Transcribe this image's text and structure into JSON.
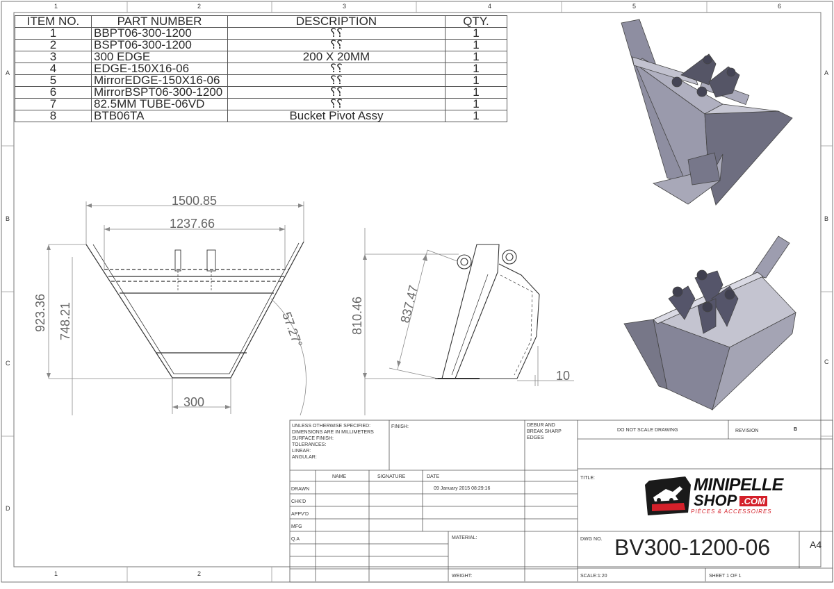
{
  "zones": {
    "top": [
      "1",
      "2",
      "3",
      "4",
      "5",
      "6"
    ],
    "bottom": [
      "1",
      "2"
    ],
    "side": [
      "A",
      "B",
      "C",
      "D"
    ]
  },
  "bom": {
    "headers": {
      "item": "ITEM NO.",
      "part": "PART NUMBER",
      "desc": "DESCRIPTION",
      "qty": "QTY."
    },
    "rows": [
      {
        "item": "1",
        "part": "BBPT06-300-1200",
        "desc": "⸮⸮",
        "qty": "1"
      },
      {
        "item": "2",
        "part": "BSPT06-300-1200",
        "desc": "⸮⸮",
        "qty": "1"
      },
      {
        "item": "3",
        "part": "300 EDGE",
        "desc": "200 X 20MM",
        "qty": "1"
      },
      {
        "item": "4",
        "part": "EDGE-150X16-06",
        "desc": "⸮⸮",
        "qty": "1"
      },
      {
        "item": "5",
        "part": "MirrorEDGE-150X16-06",
        "desc": "⸮⸮",
        "qty": "1"
      },
      {
        "item": "6",
        "part": "MirrorBSPT06-300-1200",
        "desc": "⸮⸮",
        "qty": "1"
      },
      {
        "item": "7",
        "part": "82.5MM TUBE-06VD",
        "desc": "⸮⸮",
        "qty": "1"
      },
      {
        "item": "8",
        "part": "BTB06TA",
        "desc": "Bucket Pivot Assy",
        "qty": "1"
      }
    ]
  },
  "dimensions": {
    "top_width": "1500.85",
    "inner_width": "1237.66",
    "overall_height": "923.36",
    "inner_height": "748.21",
    "angle": "57.27°",
    "bottom_width": "300",
    "side_height": "810.46",
    "side_diagonal": "837.47",
    "edge": "10"
  },
  "title_block": {
    "unless": "UNLESS OTHERWISE SPECIFIED:\nDIMENSIONS ARE IN MILLIMETERS\nSURFACE FINISH:\nTOLERANCES:\n   LINEAR:\n   ANGULAR:",
    "finish": "FINISH:",
    "deburr": "DEBUR AND\nBREAK SHARP\nEDGES",
    "do_not_scale": "DO NOT SCALE DRAWING",
    "revision_label": "REVISION",
    "revision_value": "B",
    "col_name": "NAME",
    "col_signature": "SIGNATURE",
    "col_date": "DATE",
    "title_label": "TITLE:",
    "rows": [
      "DRAWN",
      "CHK'D",
      "APPV'D",
      "MFG",
      "Q.A"
    ],
    "drawn_date": "09 January 2015 08:29:16",
    "material": "MATERIAL:",
    "weight": "WEIGHT:",
    "dwg_no_label": "DWG NO.",
    "dwg_no": "BV300-1200-06",
    "size": "A4",
    "scale": "SCALE:1:20",
    "sheet": "SHEET 1 OF 1"
  },
  "logo": {
    "line1": "MINIPELLE",
    "line2": "SHOP",
    "com": ".COM",
    "tagline": "PIÈCES & ACCESSOIRES"
  },
  "colors": {
    "line": "#333333",
    "dim": "#777777",
    "steel_light": "#b9b9c6",
    "steel_mid": "#8e8ea1",
    "steel_dark": "#5a5a68",
    "logo_red": "#d4202a"
  }
}
